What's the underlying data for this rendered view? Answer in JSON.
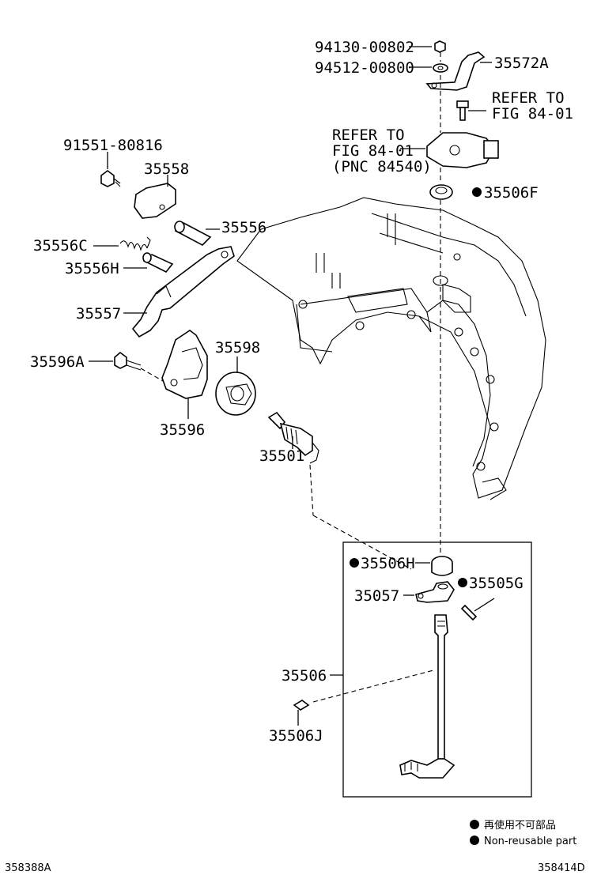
{
  "labels": {
    "p94130": "94130-00802",
    "p94512": "94512-00800",
    "p35572A": "35572A",
    "refer1a": "REFER TO",
    "refer1b": "FIG 84-01",
    "refer2a": "REFER TO",
    "refer2b": "FIG 84-01",
    "refer2c": "(PNC 84540)",
    "p35506F": "35506F",
    "p91551": "91551-80816",
    "p35558": "35558",
    "p35556": "35556",
    "p35556C": "35556C",
    "p35556H": "35556H",
    "p35557": "35557",
    "p35596A": "35596A",
    "p35598": "35598",
    "p35596": "35596",
    "p35501": "35501",
    "p35506H": "35506H",
    "p35057": "35057",
    "p35505G": "35505G",
    "p35506": "35506",
    "p35506J": "35506J"
  },
  "legend": {
    "jp": "再使用不可部品",
    "en": "Non-reusable part"
  },
  "footer": {
    "left": "358388A",
    "right": "358414D"
  }
}
